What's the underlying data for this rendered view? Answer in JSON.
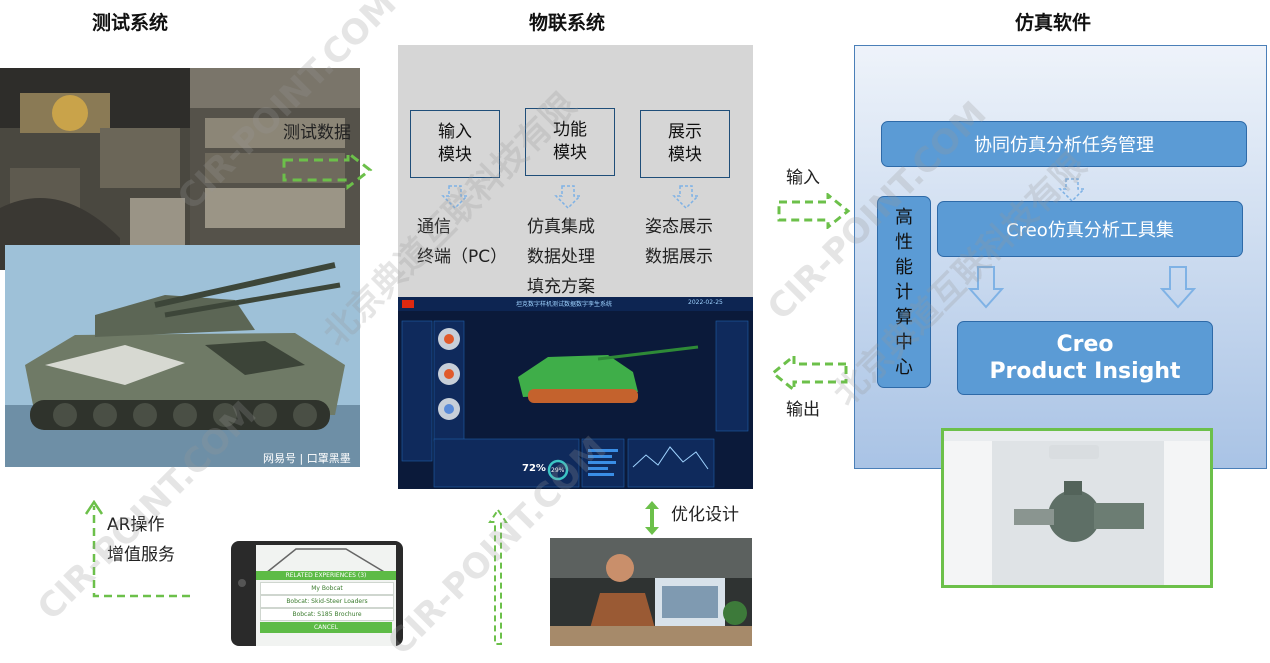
{
  "titles": {
    "test": "测试系统",
    "iot": "物联系统",
    "sim": "仿真软件"
  },
  "labels": {
    "test_data": "测试数据",
    "input": "输入",
    "output": "输出",
    "optimize": "优化设计",
    "ar_line1": "AR操作",
    "ar_line2": "增值服务"
  },
  "modules": [
    {
      "line1": "输入",
      "line2": "模块"
    },
    {
      "line1": "功能",
      "line2": "模块"
    },
    {
      "line1": "展示",
      "line2": "模块"
    }
  ],
  "module_desc": [
    [
      "通信",
      "终端（PC）"
    ],
    [
      "仿真集成",
      "数据处理",
      "填充方案"
    ],
    [
      "姿态展示",
      "数据展示"
    ]
  ],
  "sim": {
    "task_mgmt": "协同仿真分析任务管理",
    "hpc": [
      "高",
      "性",
      "能",
      "计",
      "算",
      "中",
      "心"
    ],
    "toolset": "Creo仿真分析工具集",
    "insight_line1": "Creo",
    "insight_line2": "Product Insight"
  },
  "dashboard": {
    "title": "坦克数字样机测试数据数字孪生系统",
    "date": "2022-02-25",
    "gauge1": "72%",
    "gauge2": "29%"
  },
  "tablet": {
    "header": "RELATED EXPERIENCES (3)",
    "items": [
      "My Bobcat",
      "Bobcat: Skid-Steer Loaders",
      "Bobcat: S185 Brochure"
    ],
    "cancel": "CANCEL"
  },
  "photo_caption": "网易号 | 口罩黑墨",
  "watermarks": [
    "CIR-POINT.COM",
    "北京典道互联科技有限"
  ],
  "colors": {
    "accent_blue": "#5b9bd5",
    "arrow_green": "#6cc04a",
    "dash_blue": "#7fb2e5"
  }
}
